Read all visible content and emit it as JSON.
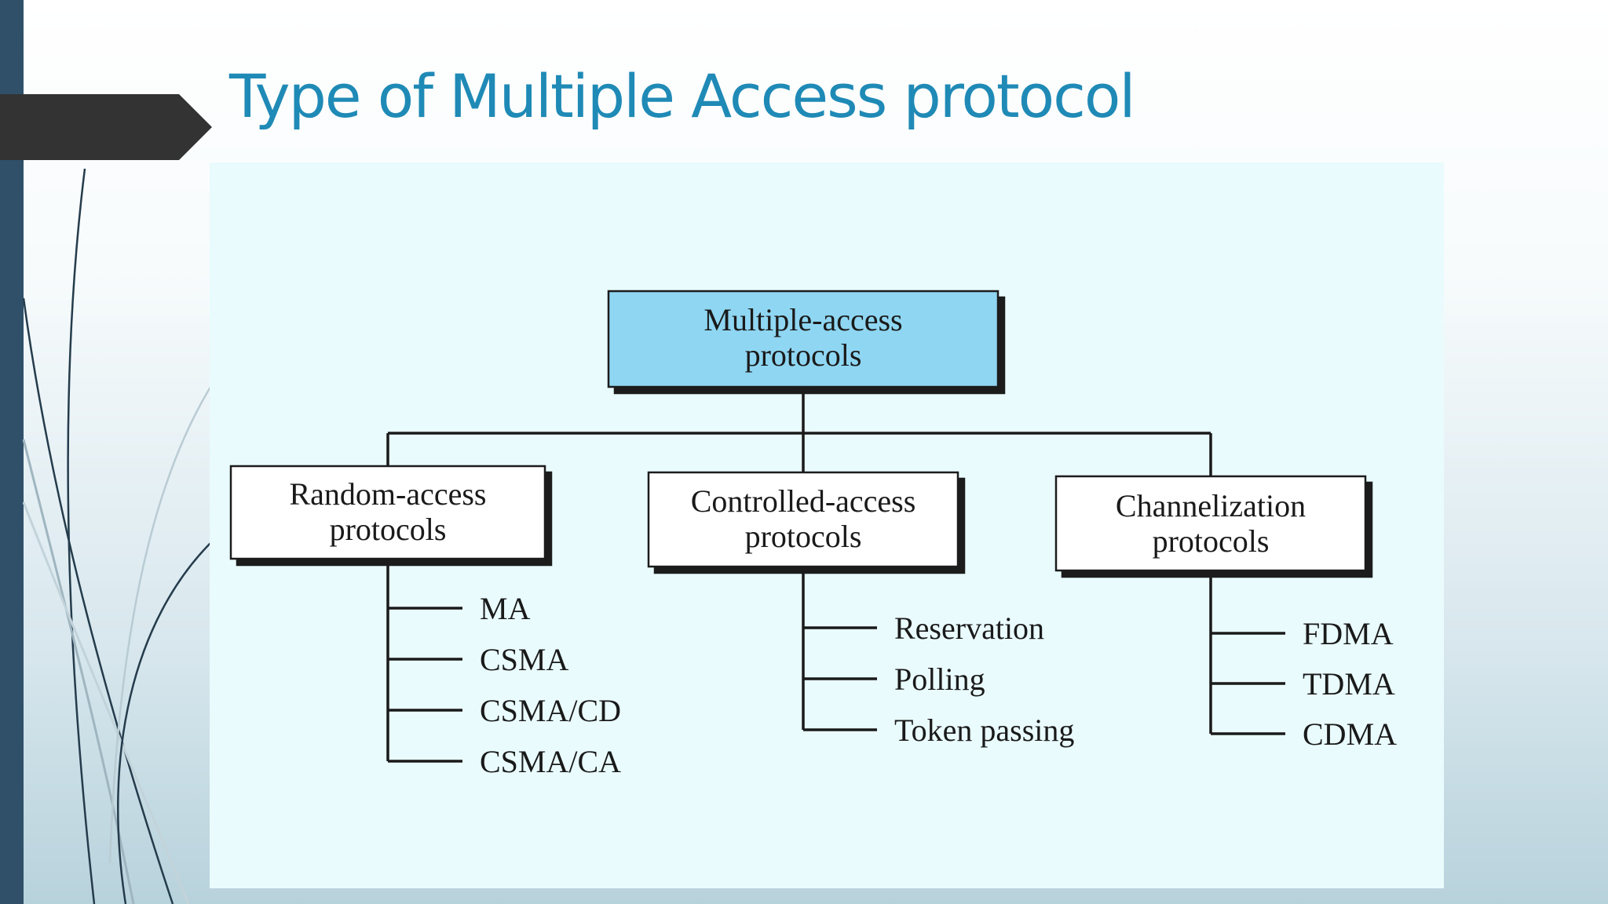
{
  "slide": {
    "title": "Type of Multiple Access protocol"
  },
  "colors": {
    "title": "#1f8ab5",
    "left_bar": "#2f5068",
    "arrow_tab": "#333333",
    "root_fill": "#8fd6f2",
    "panel_bg": "#e9fbfd"
  },
  "diagram": {
    "root": {
      "line1": "Multiple-access",
      "line2": "protocols"
    },
    "categories": [
      {
        "line1": "Random-access",
        "line2": "protocols",
        "items": [
          "MA",
          "CSMA",
          "CSMA/CD",
          "CSMA/CA"
        ]
      },
      {
        "line1": "Controlled-access",
        "line2": "protocols",
        "items": [
          "Reservation",
          "Polling",
          "Token passing"
        ]
      },
      {
        "line1": "Channelization",
        "line2": "protocols",
        "items": [
          "FDMA",
          "TDMA",
          "CDMA"
        ]
      }
    ]
  }
}
